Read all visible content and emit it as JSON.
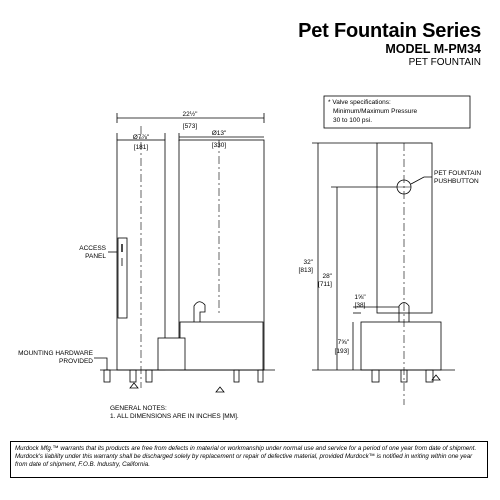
{
  "header": {
    "title": "Pet Fountain Series",
    "model": "MODEL M-PM34",
    "subtitle": "PET FOUNTAIN"
  },
  "valve_note": {
    "line1": "* Valve specifications:",
    "line2": "Minimum/Maximum Pressure",
    "line3": "30 to 100 psi."
  },
  "front_view": {
    "overall_width": "22½\"",
    "overall_width_mm": "[573]",
    "left_dia": "Ø7⅞\"",
    "left_dia_mm": "[181]",
    "right_dia": "Ø13\"",
    "right_dia_mm": "[330]",
    "access_panel_label": [
      "ACCESS",
      "PANEL"
    ],
    "mounting_label": [
      "MOUNTING HARDWARE",
      "PROVIDED"
    ]
  },
  "side_view": {
    "pushbutton_label": [
      "PET FOUNTAIN",
      "PUSHBUTTON"
    ],
    "height_total": "32\"",
    "height_total_mm": "[813]",
    "height_button": "28\"",
    "height_button_mm": "[711]",
    "spout_height": "1⅝\"",
    "spout_height_mm": "[38]",
    "bowl_height": "7⅝\"",
    "bowl_height_mm": "[193]"
  },
  "general_notes": {
    "title": "GENERAL NOTES:",
    "item1": "1. ALL DIMENSIONS ARE IN INCHES [MM]."
  },
  "warranty": "Murdock Mfg.™ warrants that its products are free from defects in material or workmanship under normal use and service for a period of one year from date of shipment. Murdock's liability under this warranty shall be discharged solely by replacement or repair of defective material, provided Murdock™ is notified in writing within one year from date of shipment, F.O.B. Industry, California."
}
